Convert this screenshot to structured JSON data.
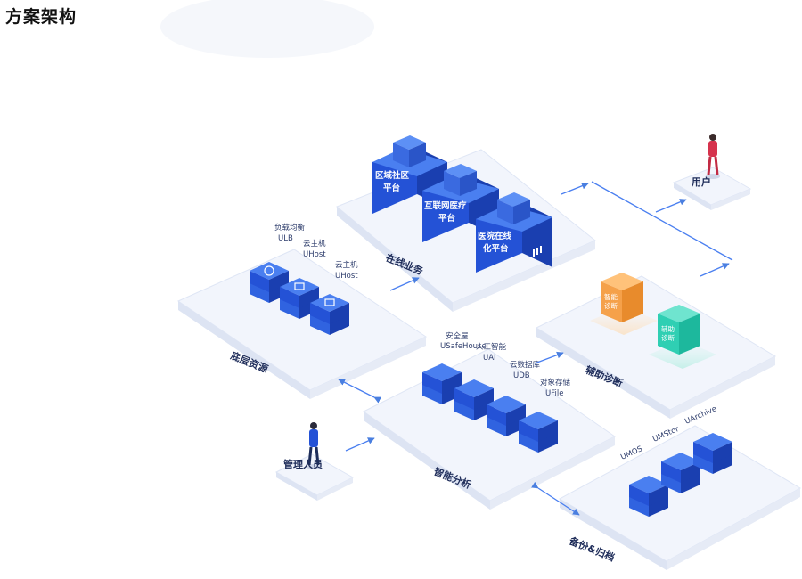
{
  "title": "方案架构",
  "sections": {
    "online": "在线业务",
    "user": "用户",
    "infra": "底层资源",
    "assist": "辅助诊断",
    "analysis": "智能分析",
    "admin": "管理人员",
    "backup": "备份&归档"
  },
  "platforms": [
    {
      "l1": "区域社区",
      "l2": "平台"
    },
    {
      "l1": "互联网医疗",
      "l2": "平台"
    },
    {
      "l1": "医院在线",
      "l2": "化平台"
    }
  ],
  "infra_labels": [
    {
      "l1": "负载均衡",
      "l2": "ULB"
    },
    {
      "l1": "云主机",
      "l2": "UHost"
    },
    {
      "l1": "云主机",
      "l2": "UHost"
    }
  ],
  "analysis_labels": [
    {
      "l1": "安全屋",
      "l2": "USafeHouse"
    },
    {
      "l1": "人工智能",
      "l2": "UAI"
    },
    {
      "l1": "云数据库",
      "l2": "UDB"
    },
    {
      "l1": "对象存储",
      "l2": "UFile"
    }
  ],
  "backup_labels": [
    "UMOS",
    "UMStor",
    "UArchive"
  ],
  "assist_cubes": [
    {
      "l1": "智能",
      "l2": "诊断",
      "color": "#f5a14a"
    },
    {
      "l1": "辅助",
      "l2": "诊断",
      "color": "#2fcfb3"
    }
  ],
  "colors": {
    "primary": "#2452d6",
    "platform": "#eef2fb",
    "arrow": "#4a7fe0"
  }
}
